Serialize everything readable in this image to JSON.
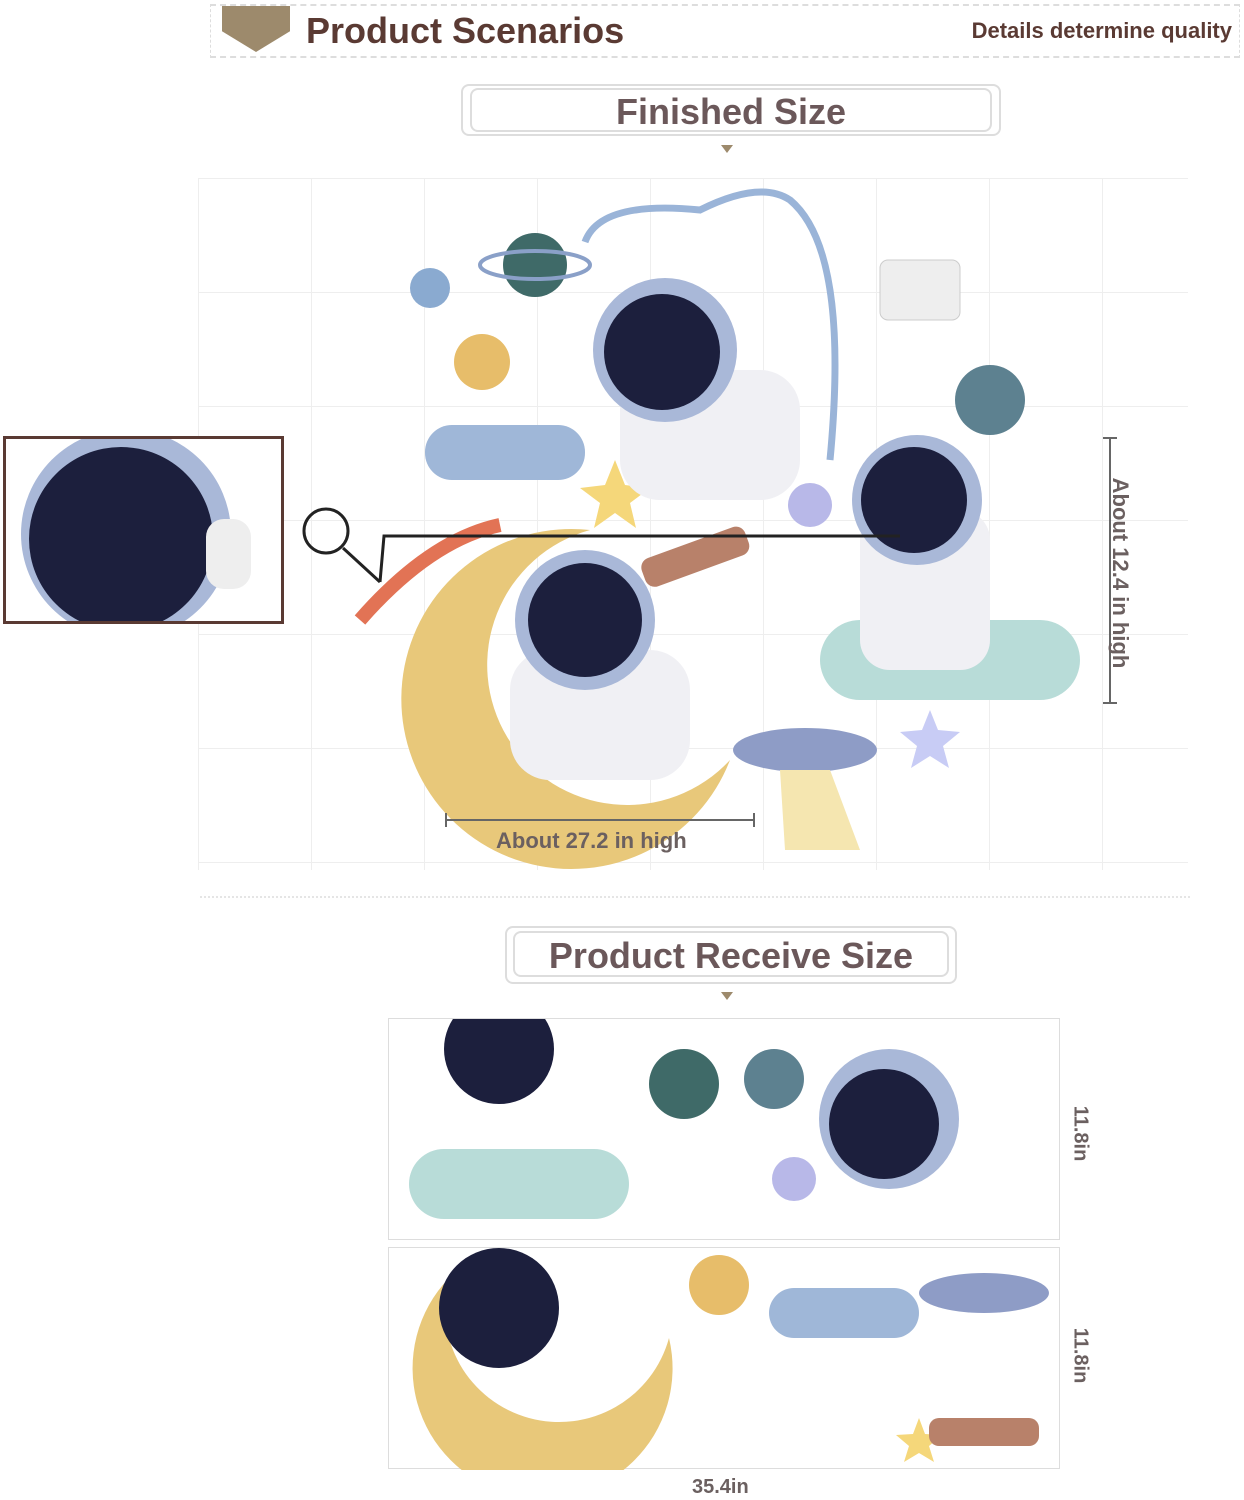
{
  "header": {
    "title": "Product Scenarios",
    "tagline": "Details determine quality"
  },
  "finished": {
    "title": "Finished Size",
    "width_label": "About 27.2 in high",
    "height_label": "About 12.4 in high"
  },
  "receive": {
    "title": "Product Receive Size",
    "sheet1_height": "11.8in",
    "sheet2_height": "11.8in",
    "width_label": "35.4in"
  },
  "colors": {
    "brown": "#5a3a33",
    "badge": "#9d8a6c",
    "helmet": "#1c1f3d",
    "moon": "#e8c87a"
  }
}
